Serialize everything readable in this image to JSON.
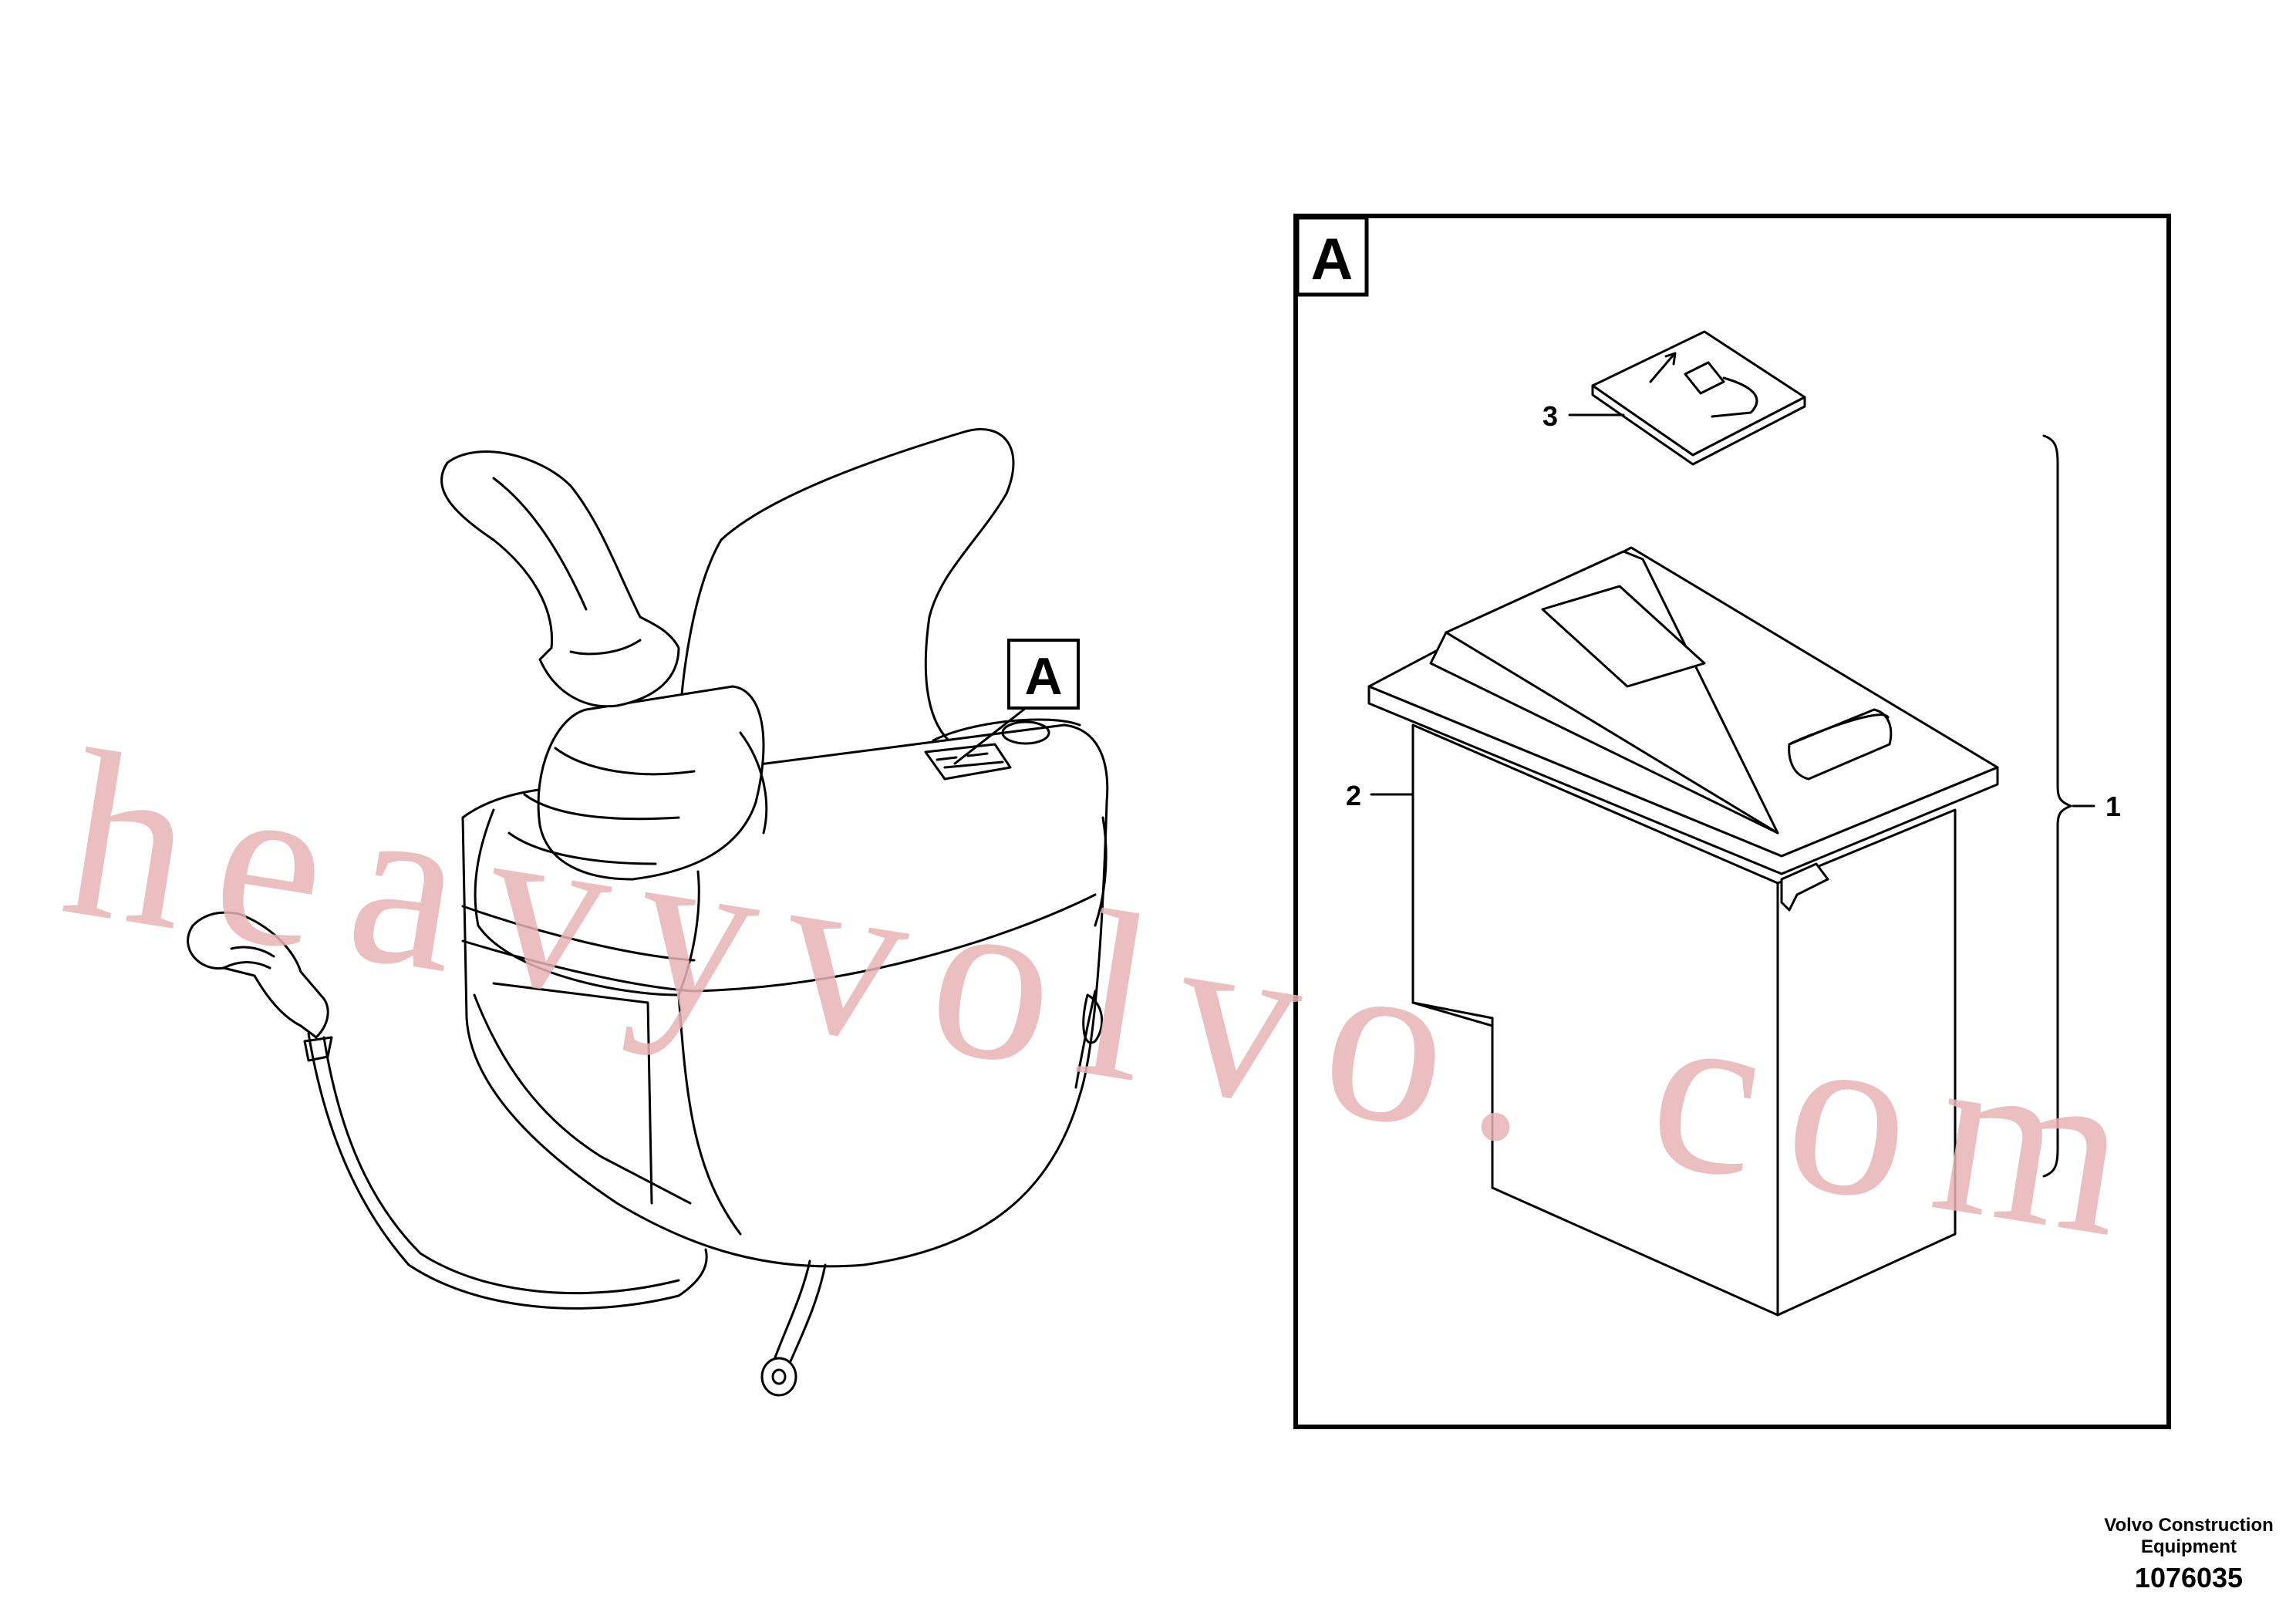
{
  "detail_marker": {
    "letter": "A"
  },
  "callouts": {
    "item1": "1",
    "item2": "2",
    "item3": "3"
  },
  "footer": {
    "company_line1": "Volvo Construction",
    "company_line2": "Equipment",
    "drawing_number": "1076035"
  },
  "watermark": {
    "text": "heavyvolvo. com",
    "color": "#e8b4b4"
  },
  "colors": {
    "line": "#000000",
    "background": "#ffffff"
  }
}
